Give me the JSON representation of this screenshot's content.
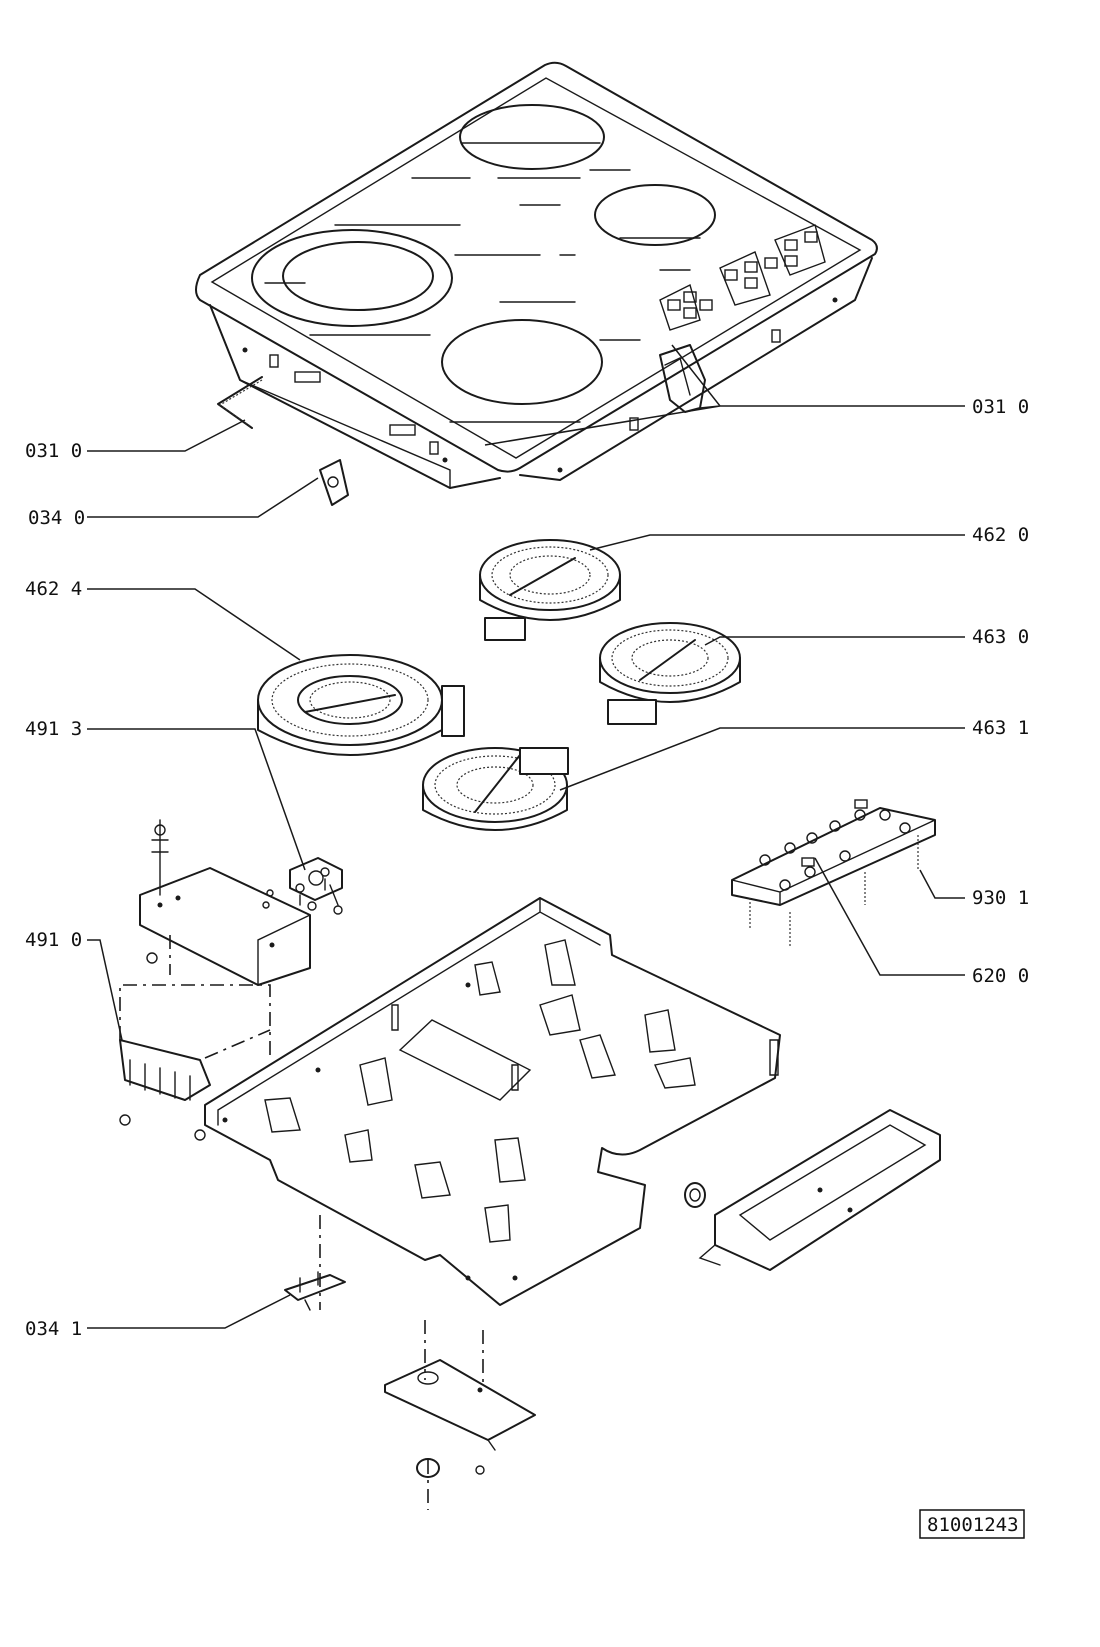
{
  "labels": {
    "l0310_left": "031 0",
    "l0340": "034 0",
    "l4624": "462 4",
    "l4913": "491 3",
    "l4910": "491 0",
    "l0341": "034 1",
    "l0310_right": "031 0",
    "l4620": "462 0",
    "l4630": "463 0",
    "l4631": "463 1",
    "l9301": "930 1",
    "l6200": "620 0"
  },
  "drawing_number": "81001243"
}
